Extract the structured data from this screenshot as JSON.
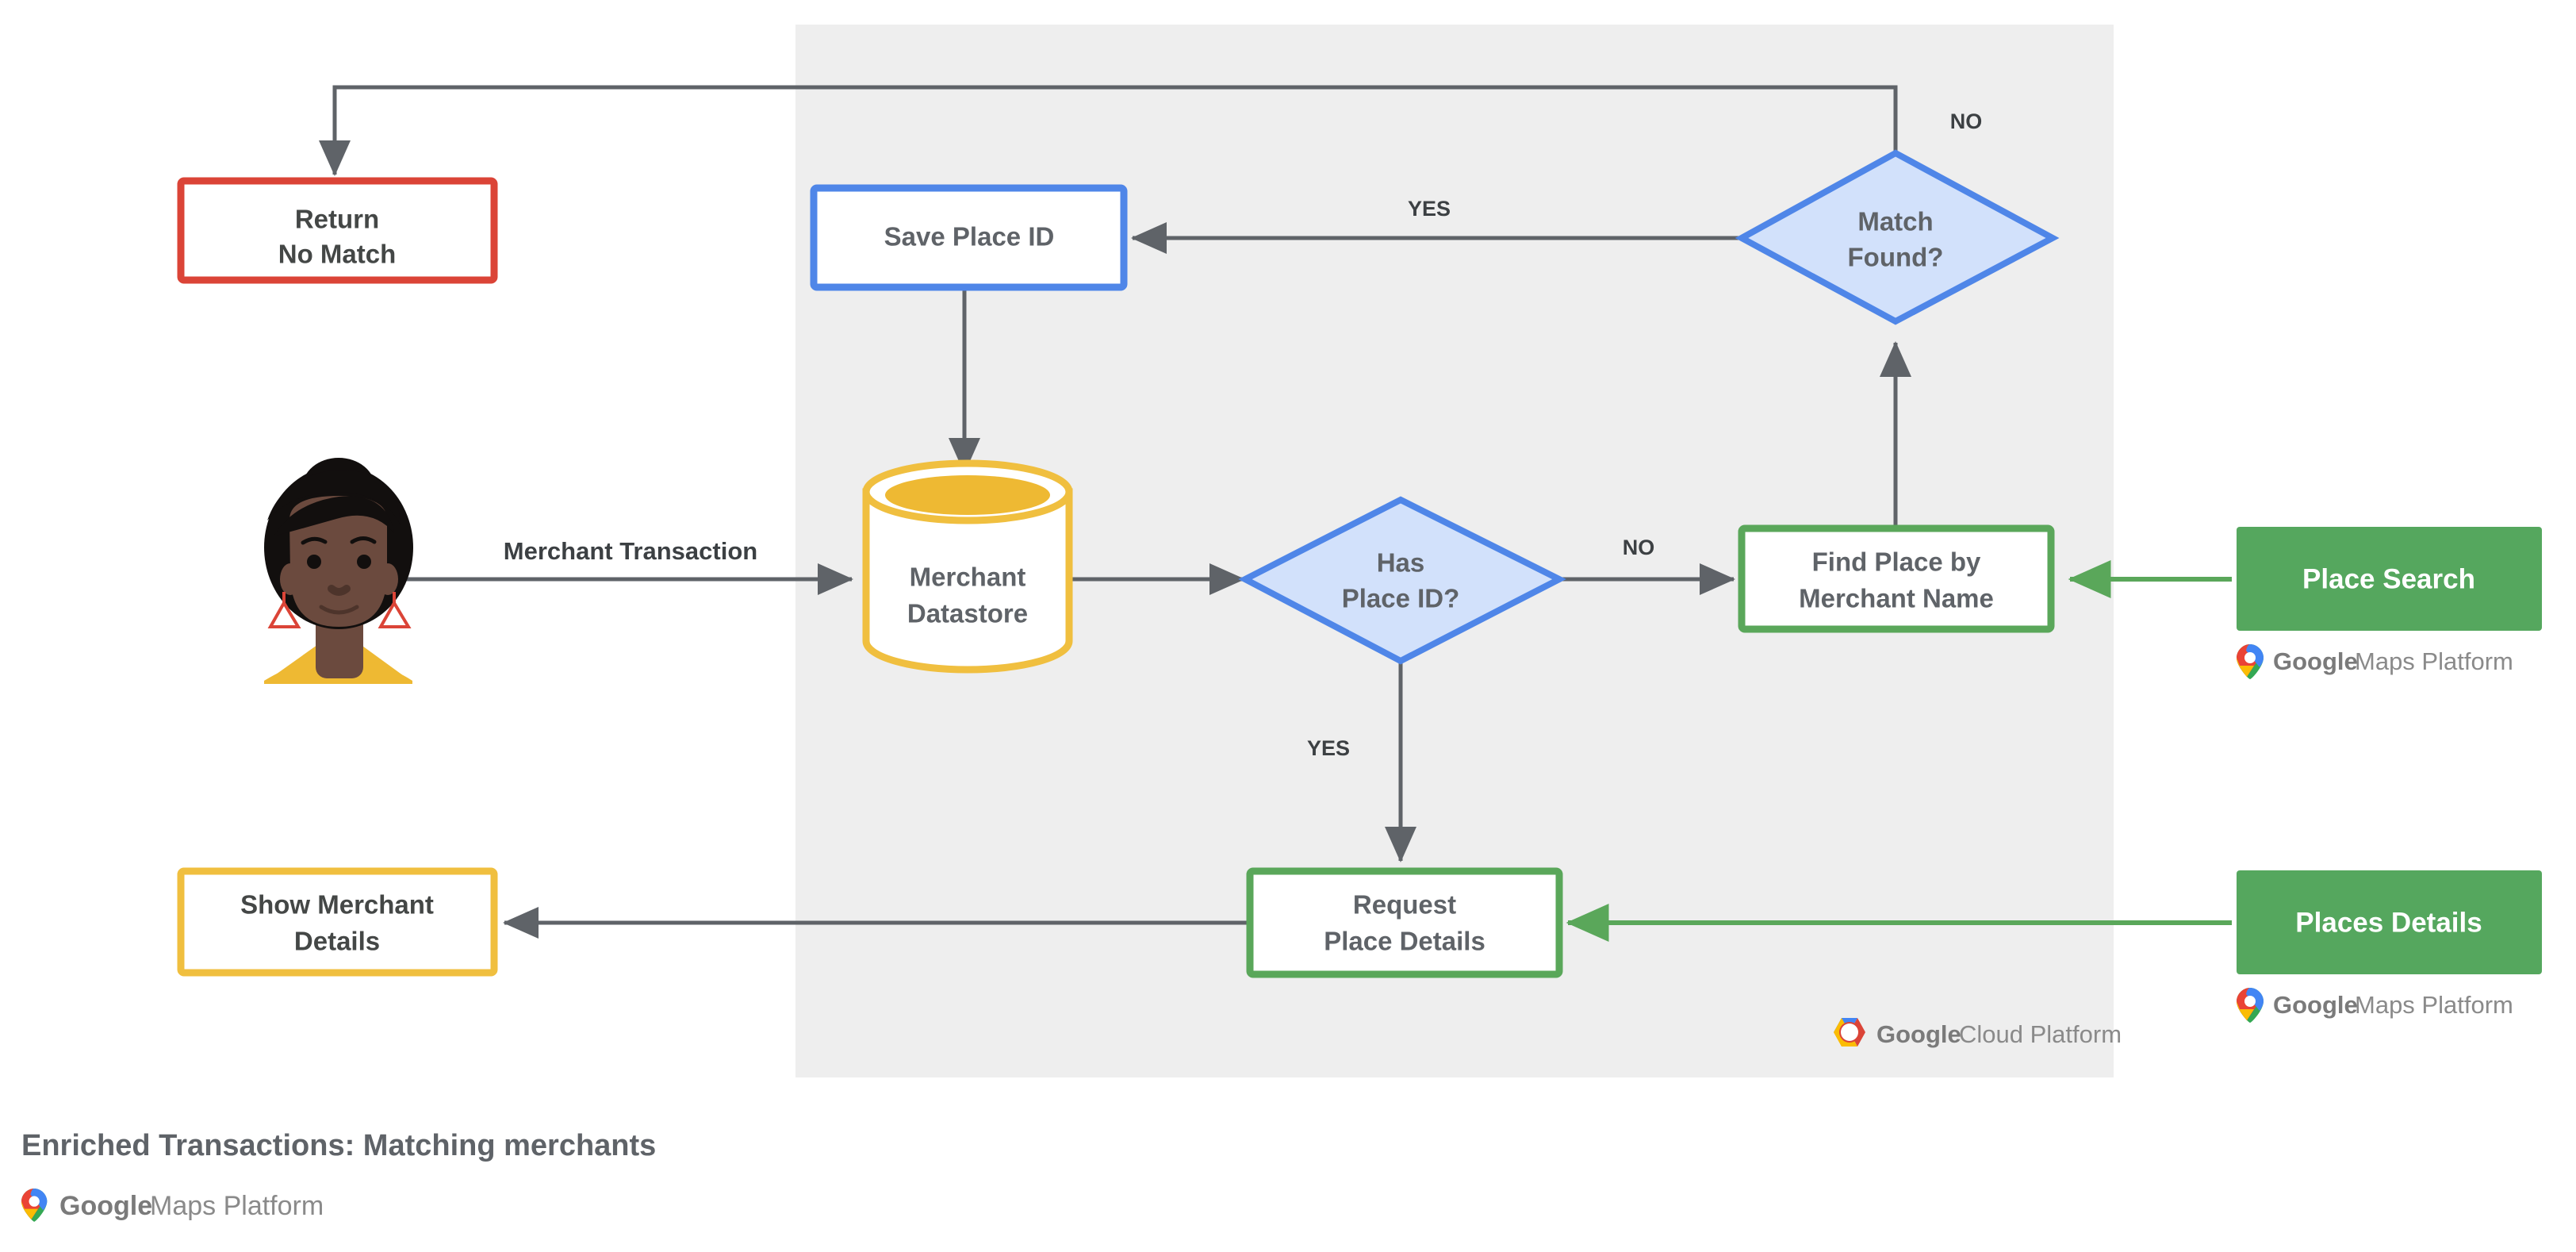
{
  "diagram": {
    "title": "Enriched Transactions: Matching merchants",
    "panel_label": "google-cloud-platform-region",
    "colors": {
      "panel_bg": "#eeeeee",
      "red": "#db4437",
      "blue": "#4f86e8",
      "blue_fill": "#d2e1fb",
      "yellow": "#f0bf3f",
      "yellow_fill": "#eeb933",
      "green": "#5aa75a",
      "green_fill": "#55a75e",
      "edge": "#5f6368",
      "text": "#5f6368"
    },
    "nodes": {
      "return_no_match": {
        "line1": "Return",
        "line2": "No Match"
      },
      "save_place_id": {
        "line1": "Save Place ID"
      },
      "merchant_datastore": {
        "line1": "Merchant",
        "line2": "Datastore"
      },
      "has_place_id": {
        "line1": "Has",
        "line2": "Place ID?"
      },
      "match_found": {
        "line1": "Match",
        "line2": "Found?"
      },
      "find_place_by_merchant_name": {
        "line1": "Find Place by",
        "line2": "Merchant Name"
      },
      "request_place_details": {
        "line1": "Request",
        "line2": "Place Details"
      },
      "show_merchant_details": {
        "line1": "Show Merchant",
        "line2": "Details"
      },
      "place_search": {
        "line1": "Place Search"
      },
      "places_details": {
        "line1": "Places Details"
      }
    },
    "edge_labels": {
      "merchant_transaction": "Merchant Transaction",
      "has_place_id_no": "NO",
      "has_place_id_yes": "YES",
      "match_found_yes": "YES",
      "match_found_no": "NO"
    },
    "logos": {
      "maps_platform_google": "Google",
      "maps_platform_rest": "Maps Platform",
      "cloud_platform_google": "Google",
      "cloud_platform_rest": "Cloud Platform"
    }
  }
}
